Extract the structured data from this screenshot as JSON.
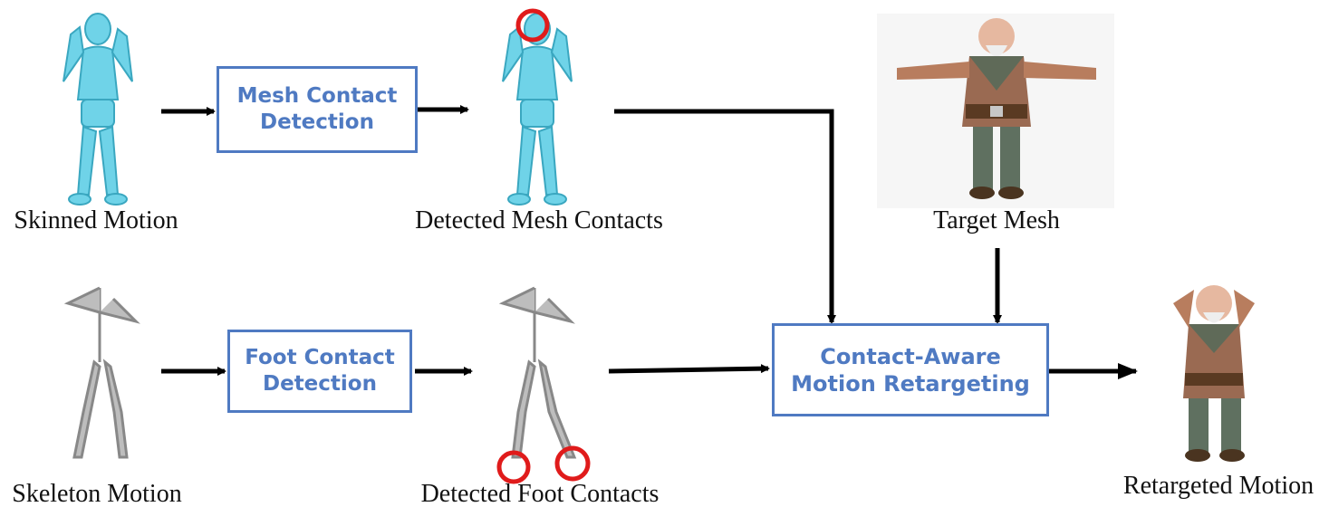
{
  "boxes": {
    "mesh_contact": [
      "Mesh Contact",
      "Detection"
    ],
    "foot_contact": [
      "Foot Contact",
      "Detection"
    ],
    "retargeting": [
      "Contact-Aware",
      "Motion Retargeting"
    ]
  },
  "captions": {
    "skinned_motion": "Skinned Motion",
    "detected_mesh_contacts": "Detected Mesh Contacts",
    "target_mesh": "Target Mesh",
    "skeleton_motion": "Skeleton Motion",
    "detected_foot_contacts": "Detected Foot Contacts",
    "retargeted_motion": "Retargeted Motion"
  },
  "colors": {
    "box_accent": "#4f7ac2",
    "mannequin": "#6fd3e8",
    "contact_marker": "#e01b1b",
    "arrow": "#000000"
  }
}
